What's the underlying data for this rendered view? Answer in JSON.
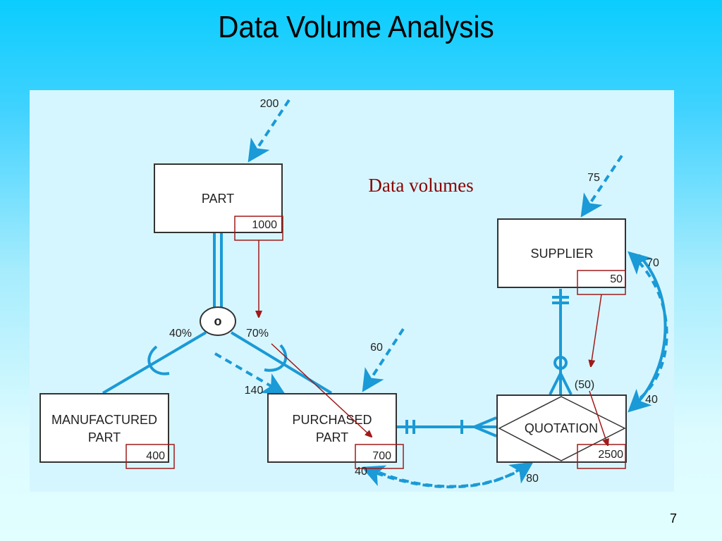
{
  "slide": {
    "title": "Data Volume Analysis",
    "page_number": "7"
  },
  "colors": {
    "relationship_line": "#1a9ad6",
    "highlight_box": "#a01a1a",
    "annotation_text": "#8b0000",
    "panel_background": "#d6f6ff"
  },
  "annotation": {
    "label": "Data volumes"
  },
  "entities": {
    "part": {
      "name": "PART",
      "volume": "1000",
      "access_rate": "200"
    },
    "manufactured_part": {
      "name_line1": "MANUFACTURED",
      "name_line2": "PART",
      "volume": "400"
    },
    "purchased_part": {
      "name_line1": "PURCHASED",
      "name_line2": "PART",
      "volume": "700",
      "access_rate": "60"
    },
    "supplier": {
      "name": "SUPPLIER",
      "volume": "50",
      "access_rate": "75"
    },
    "quotation": {
      "name": "QUOTATION",
      "volume": "2500"
    }
  },
  "subtype": {
    "disjoint_symbol": "o",
    "manufactured_pct": "40%",
    "purchased_pct": "70%"
  },
  "access_paths": {
    "part_to_purchased": "140",
    "supplier_to_quotation_avg": "(50)",
    "quotation_to_supplier": "70",
    "supplier_to_quotation": "40",
    "quotation_to_purchased": "40",
    "purchased_to_quotation": "80"
  }
}
